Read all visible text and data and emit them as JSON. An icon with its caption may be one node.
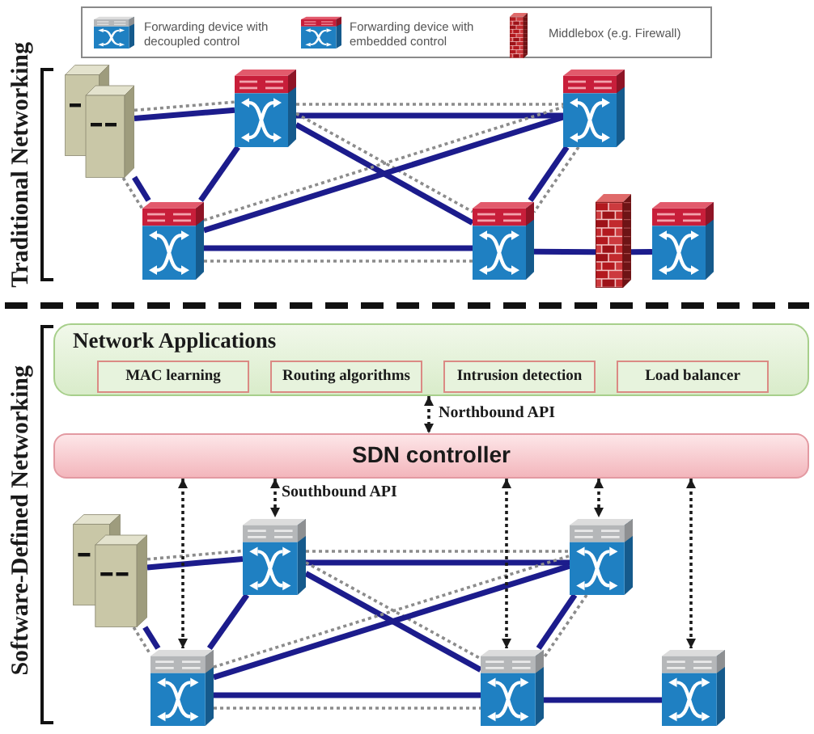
{
  "diagram": {
    "nodes": [
      {
        "text": [],
        "shape": "picture"
      },
      {
        "text": [],
        "shape": "picture"
      },
      {
        "text": [],
        "shape": "picture"
      },
      {
        "text": [],
        "shape": "picture"
      },
      {
        "text": [],
        "shape": "picture"
      },
      {
        "text": [],
        "shape": "picture"
      },
      {
        "text": [],
        "shape": "picture"
      },
      {
        "text": [
          "Network Applications"
        ]
      },
      {
        "text": [
          "MAC learning"
        ],
        "in": 7
      },
      {
        "text": [
          "Routing algorithms"
        ],
        "in": 7
      },
      {
        "text": [
          "Intrusion detection"
        ],
        "in": 7
      },
      {
        "text": [
          "Load balancer"
        ],
        "in": 7
      },
      {
        "text": [
          "SDN controller"
        ]
      },
      {
        "text": [],
        "shape": "picture"
      },
      {
        "text": [],
        "shape": "picture"
      },
      {
        "text": [],
        "shape": "picture"
      },
      {
        "text": [],
        "shape": "picture"
      },
      {
        "text": [],
        "shape": "picture"
      },
      {
        "text": [],
        "shape": "picture"
      }
    ],
    "edges": [
      {
        "from": 0,
        "to": 1,
        "arrow": "none",
        "style": "thick"
      },
      {
        "from": 0,
        "to": 1,
        "arrow": "none",
        "style": "dashed",
        "color": "#8c8c8c"
      },
      {
        "from": 0,
        "to": 3,
        "arrow": "none",
        "style": "thick"
      },
      {
        "from": 0,
        "to": 3,
        "arrow": "none",
        "style": "dashed",
        "color": "#8c8c8c"
      },
      {
        "from": 1,
        "to": 2,
        "arrow": "none",
        "style": "thick"
      },
      {
        "from": 1,
        "to": 2,
        "arrow": "none",
        "style": "dashed",
        "color": "#8c8c8c"
      },
      {
        "from": 1,
        "to": 3,
        "arrow": "none",
        "style": "thick"
      },
      {
        "from": 1,
        "to": 4,
        "arrow": "none",
        "style": "thick"
      },
      {
        "from": 1,
        "to": 4,
        "arrow": "none",
        "style": "dashed",
        "color": "#8c8c8c"
      },
      {
        "from": 3,
        "to": 2,
        "arrow": "none",
        "style": "thick"
      },
      {
        "from": 3,
        "to": 2,
        "arrow": "none",
        "style": "dashed",
        "color": "#8c8c8c"
      },
      {
        "from": 3,
        "to": 4,
        "arrow": "none",
        "style": "thick"
      },
      {
        "from": 3,
        "to": 4,
        "arrow": "none",
        "style": "dashed",
        "color": "#8c8c8c"
      },
      {
        "from": 2,
        "to": 4,
        "arrow": "none",
        "style": "thick"
      },
      {
        "from": 2,
        "to": 4,
        "arrow": "none",
        "style": "dashed",
        "color": "#8c8c8c"
      },
      {
        "from": 4,
        "to": 5,
        "arrow": "none",
        "style": "thick"
      },
      {
        "from": 5,
        "to": 6,
        "arrow": "none",
        "style": "thick"
      },
      {
        "from": 13,
        "to": 14,
        "arrow": "none",
        "style": "thick"
      },
      {
        "from": 13,
        "to": 14,
        "arrow": "none",
        "style": "dashed",
        "color": "#8c8c8c"
      },
      {
        "from": 13,
        "to": 16,
        "arrow": "none",
        "style": "thick"
      },
      {
        "from": 13,
        "to": 16,
        "arrow": "none",
        "style": "dashed",
        "color": "#8c8c8c"
      },
      {
        "from": 14,
        "to": 15,
        "arrow": "none",
        "style": "thick"
      },
      {
        "from": 14,
        "to": 15,
        "arrow": "none",
        "style": "dashed",
        "color": "#8c8c8c"
      },
      {
        "from": 14,
        "to": 16,
        "arrow": "none",
        "style": "thick"
      },
      {
        "from": 14,
        "to": 17,
        "arrow": "none",
        "style": "thick"
      },
      {
        "from": 14,
        "to": 17,
        "arrow": "none",
        "style": "dashed",
        "color": "#8c8c8c"
      },
      {
        "from": 16,
        "to": 15,
        "arrow": "none",
        "style": "thick"
      },
      {
        "from": 16,
        "to": 15,
        "arrow": "none",
        "style": "dashed",
        "color": "#8c8c8c"
      },
      {
        "from": 16,
        "to": 17,
        "arrow": "none",
        "style": "thick"
      },
      {
        "from": 16,
        "to": 17,
        "arrow": "none",
        "style": "dashed",
        "color": "#8c8c8c"
      },
      {
        "from": 15,
        "to": 17,
        "arrow": "none",
        "style": "thick"
      },
      {
        "from": 15,
        "to": 17,
        "arrow": "none",
        "style": "dashed",
        "color": "#8c8c8c"
      },
      {
        "from": 17,
        "to": 18,
        "arrow": "none",
        "style": "thick"
      },
      {
        "from": 7,
        "to": 12,
        "arrow": "both",
        "label": "Northbound API",
        "style": "dashed",
        "color": "#1a1a1a"
      },
      {
        "from": 12,
        "to": 16,
        "arrow": "both",
        "style": "dashed",
        "color": "#1a1a1a"
      },
      {
        "from": 12,
        "to": 14,
        "arrow": "both",
        "label": "Southbound API",
        "style": "dashed",
        "color": "#1a1a1a"
      },
      {
        "from": 12,
        "to": 17,
        "arrow": "both",
        "style": "dashed",
        "color": "#1a1a1a"
      },
      {
        "from": 12,
        "to": 15,
        "arrow": "both",
        "style": "dashed",
        "color": "#1a1a1a"
      },
      {
        "from": 12,
        "to": 18,
        "arrow": "both",
        "style": "dashed",
        "color": "#1a1a1a"
      }
    ],
    "labels": [
      "Traditional Networking",
      "Software-Defined Networking"
    ],
    "legend": [
      {
        "text": "Forwarding device with decoupled control"
      },
      {
        "text": "Forwarding device with embedded control"
      },
      {
        "text": "Middlebox (e.g. Firewall)"
      }
    ]
  }
}
